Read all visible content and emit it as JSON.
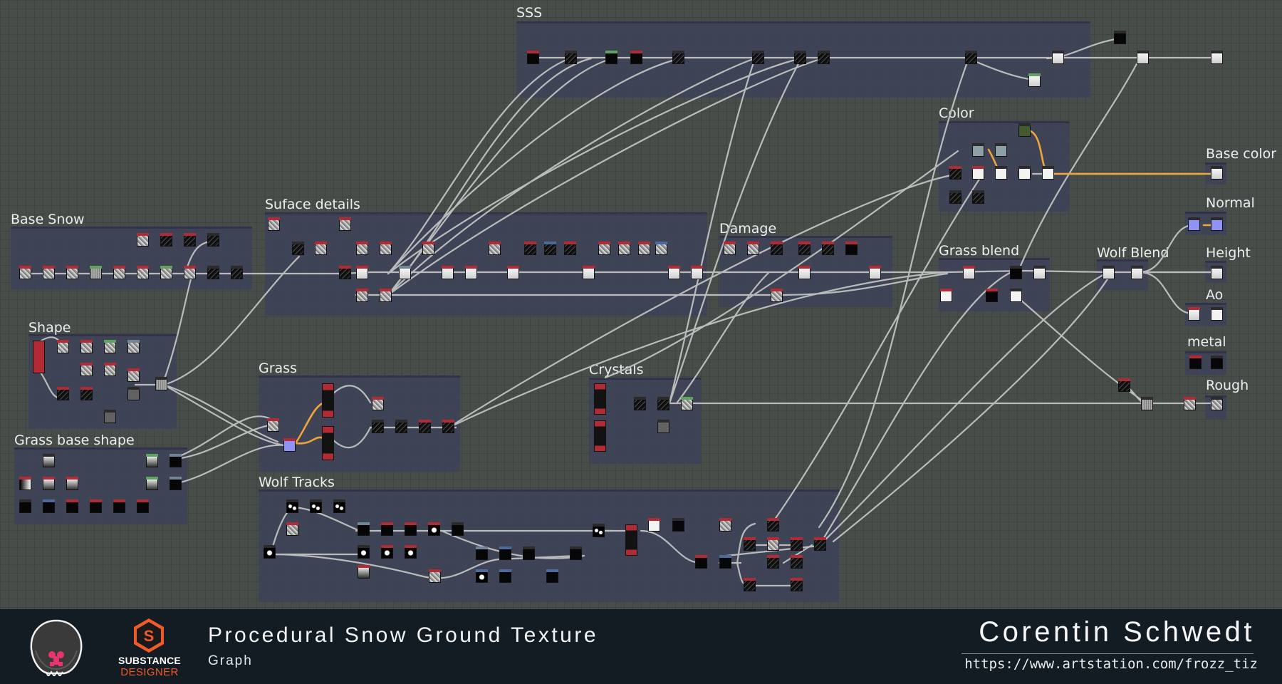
{
  "graph": {
    "frames": [
      {
        "id": "sss",
        "title": "SSS"
      },
      {
        "id": "color",
        "title": "Color"
      },
      {
        "id": "base_snow",
        "title": "Base Snow"
      },
      {
        "id": "surface_details",
        "title": "Suface details"
      },
      {
        "id": "damage",
        "title": "Damage"
      },
      {
        "id": "grass_blend",
        "title": "Grass blend"
      },
      {
        "id": "wolf_blend",
        "title": "Wolf Blend"
      },
      {
        "id": "shape",
        "title": "Shape"
      },
      {
        "id": "grass",
        "title": "Grass"
      },
      {
        "id": "crystals",
        "title": "Crystals"
      },
      {
        "id": "grass_base_shape",
        "title": "Grass base shape"
      },
      {
        "id": "wolf_tracks",
        "title": "Wolf Tracks"
      }
    ],
    "outputs": [
      {
        "id": "base_color",
        "title": "Base color"
      },
      {
        "id": "normal",
        "title": "Normal"
      },
      {
        "id": "height",
        "title": "Height"
      },
      {
        "id": "ao",
        "title": "Ao"
      },
      {
        "id": "metal",
        "title": "metal"
      },
      {
        "id": "rough",
        "title": "Rough"
      }
    ],
    "colors": {
      "canvas_bg": "#474d49",
      "frame_bg": "#3e4258",
      "wire": "#b9bcbb",
      "wire_highlight": "#f0a43a"
    }
  },
  "footer": {
    "logo_line1": "SUBSTANCE",
    "logo_line2": "DESIGNER",
    "logo_letter": "S",
    "title": "Procedural Snow Ground Texture",
    "subtitle": "Graph",
    "author": "Corentin Schwedt",
    "url": "https://www.artstation.com/frozz_tiz",
    "colors": {
      "bg": "#131c22",
      "brand": "#f05a28",
      "logo_pink": "#e8336d"
    }
  }
}
